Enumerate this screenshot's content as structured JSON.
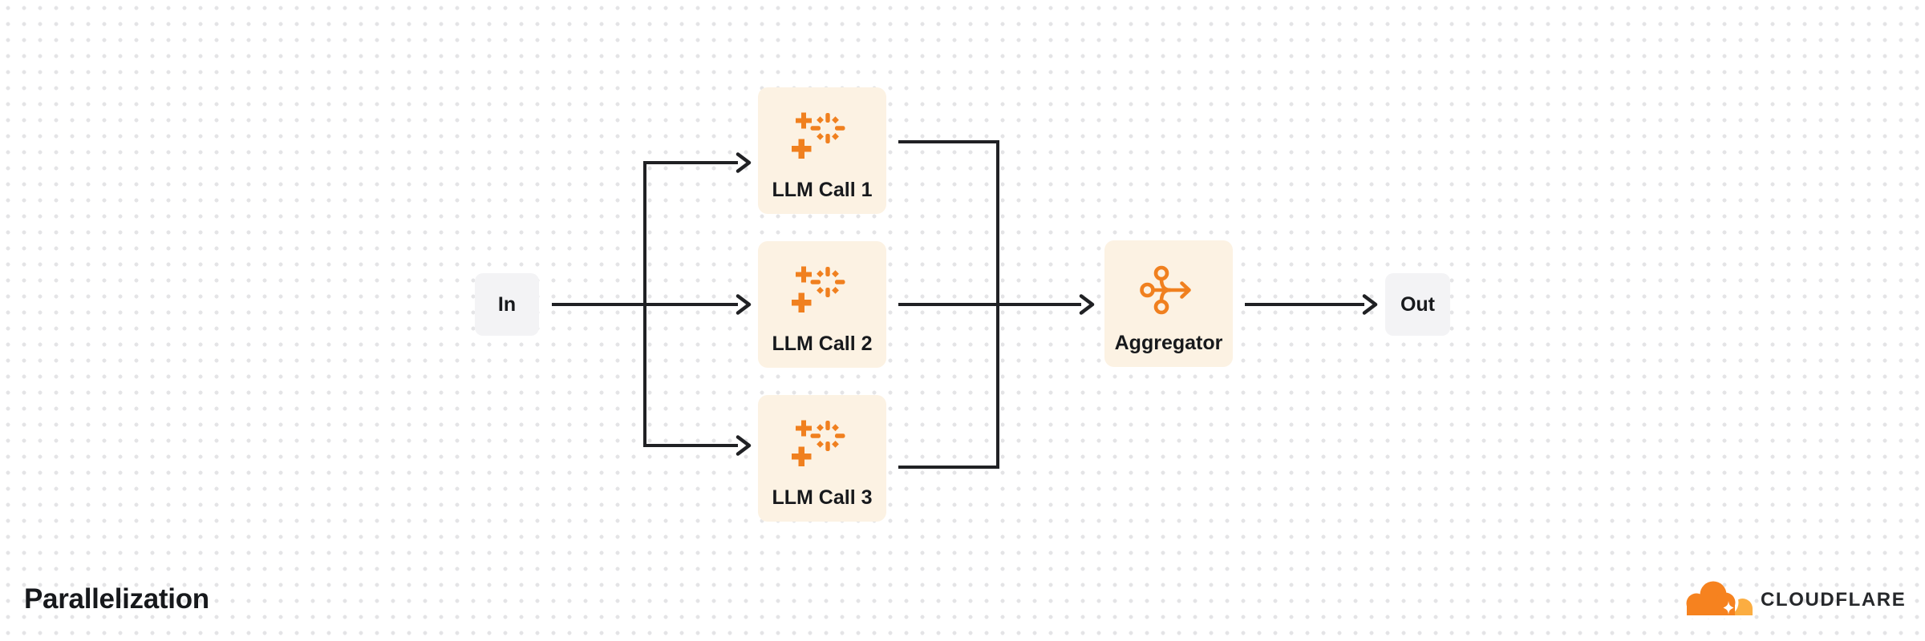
{
  "diagram": {
    "title": "Parallelization",
    "nodes": {
      "input": {
        "label": "In"
      },
      "llm_calls": [
        {
          "label": "LLM Call 1",
          "icon": "sparkles-icon"
        },
        {
          "label": "LLM Call 2",
          "icon": "sparkles-icon"
        },
        {
          "label": "LLM Call 3",
          "icon": "sparkles-icon"
        }
      ],
      "aggregator": {
        "label": "Aggregator",
        "icon": "merge-arrow-icon"
      },
      "output": {
        "label": "Out"
      }
    },
    "connections": [
      {
        "from": "In",
        "to": "LLM Call 1",
        "arrow": true
      },
      {
        "from": "In",
        "to": "LLM Call 2",
        "arrow": true
      },
      {
        "from": "In",
        "to": "LLM Call 3",
        "arrow": true
      },
      {
        "from": "LLM Call 1",
        "to": "Aggregator",
        "arrow": true
      },
      {
        "from": "LLM Call 2",
        "to": "Aggregator",
        "arrow": true
      },
      {
        "from": "LLM Call 3",
        "to": "Aggregator",
        "arrow": true
      },
      {
        "from": "Aggregator",
        "to": "Out",
        "arrow": true
      }
    ]
  },
  "branding": {
    "logo_text": "CLOUDFLARE",
    "logo_icon": "cloudflare-cloud-icon"
  },
  "colors": {
    "accent-orange": "#f0801f",
    "node-cream": "#fcf2e3",
    "node-gray": "#f3f3f5",
    "line-dark": "#202124",
    "text-dark": "#17191c",
    "dot-gray": "#e4e4e6",
    "logo-orange": "#f6821f",
    "logo-light-orange": "#fbad41",
    "bg": "#ffffff"
  }
}
